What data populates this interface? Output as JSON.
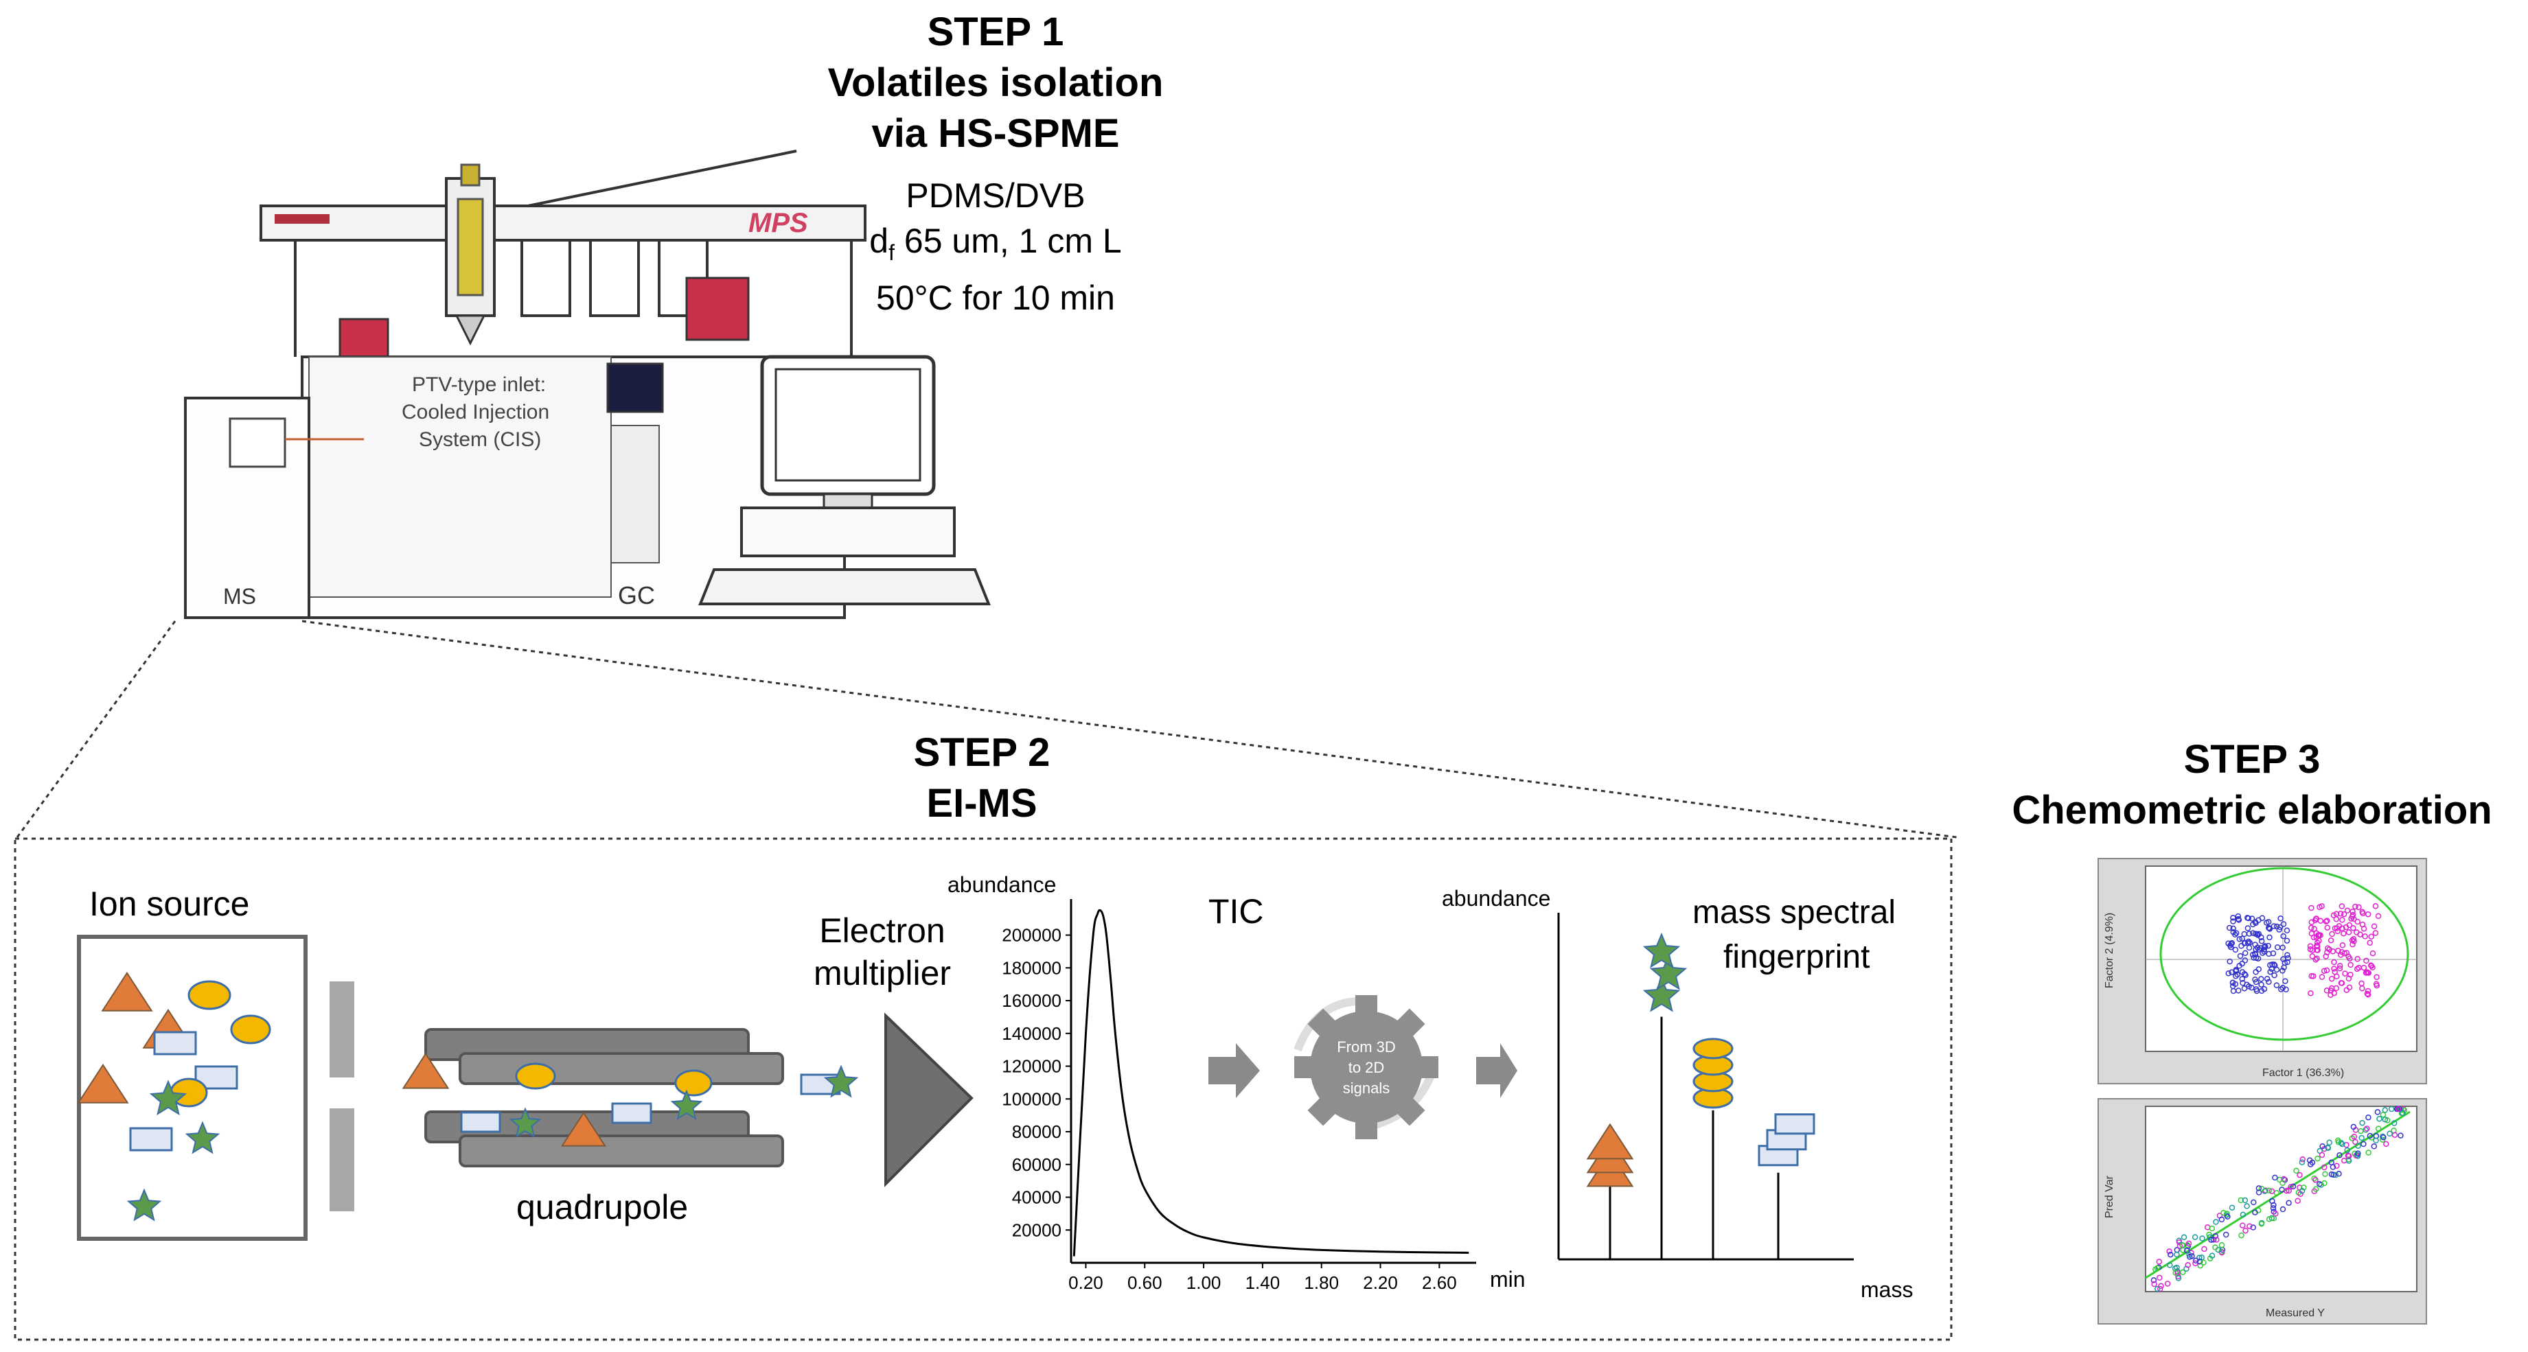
{
  "step1": {
    "title": "STEP 1",
    "subtitle_line1": "Volatiles isolation",
    "subtitle_line2": "via HS-SPME",
    "params": [
      "PDMS/DVB",
      "65 um, 1 cm L",
      "50°C for 10 min"
    ],
    "param_d": "d",
    "param_d_sub": "f",
    "instrument": {
      "brand": "MPS",
      "inlet_line1": "PTV-type inlet:",
      "inlet_line2": "Cooled Injection",
      "inlet_line3": "System (CIS)",
      "ms_label": "MS",
      "gc_label": "GC"
    }
  },
  "step2": {
    "title": "STEP 2",
    "subtitle": "EI-MS",
    "ion_source": "Ion source",
    "quadrupole": "quadrupole",
    "electron_multiplier_line1": "Electron",
    "electron_multiplier_line2": "multiplier",
    "conversion_line1": "From 3D",
    "conversion_line2": "to 2D",
    "conversion_line3": "signals",
    "fingerprint_line1": "mass spectral",
    "fingerprint_line2": "fingerprint"
  },
  "step3": {
    "title": "STEP 3",
    "subtitle": "Chemometric elaboration",
    "plot1": {
      "xlabel": "Factor 1 (36.3%)",
      "ylabel": "Factor 2 (4.9%)"
    },
    "plot2": {
      "xlabel": "Measured Y",
      "ylabel": "Pred Var"
    }
  },
  "tic_chart": {
    "chart_data": {
      "type": "line",
      "title": "TIC",
      "xlabel": "min",
      "ylabel": "abundance",
      "x_ticks": [
        "0.20",
        "0.60",
        "1.00",
        "1.40",
        "1.80",
        "2.20",
        "2.60"
      ],
      "y_ticks": [
        "20000",
        "40000",
        "60000",
        "80000",
        "100000",
        "120000",
        "140000",
        "160000",
        "180000",
        "200000"
      ],
      "xlim": [
        0.1,
        2.85
      ],
      "ylim": [
        0,
        222000
      ],
      "x": [
        0.12,
        0.2,
        0.25,
        0.28,
        0.3,
        0.32,
        0.34,
        0.37,
        0.4,
        0.45,
        0.5,
        0.55,
        0.6,
        0.7,
        0.8,
        0.9,
        1.0,
        1.2,
        1.4,
        1.6,
        1.8,
        2.0,
        2.2,
        2.4,
        2.6,
        2.8
      ],
      "y": [
        4000,
        140000,
        200000,
        213000,
        215000,
        211000,
        200000,
        172000,
        140000,
        100000,
        74000,
        57000,
        45000,
        31000,
        23500,
        18500,
        15500,
        12000,
        10000,
        8700,
        7800,
        7200,
        6800,
        6500,
        6300,
        6100
      ]
    }
  },
  "spectrum_chart": {
    "chart_data": {
      "type": "bar",
      "xlabel": "mass",
      "ylabel": "abundance",
      "values": [
        0.22,
        0.7,
        0.43,
        0.25
      ]
    }
  },
  "colors": {
    "triangle": "#e07b39",
    "ellipse": "#f5b800",
    "star": "#5a9a4a",
    "rect_fill": "#dde6f2",
    "rect_stroke": "#3e6ea8",
    "quad_rod": "#8c8c8c",
    "pca_blue": "#3333cc",
    "pca_magenta": "#e020d0",
    "pca_ellipse": "#33cc33"
  }
}
